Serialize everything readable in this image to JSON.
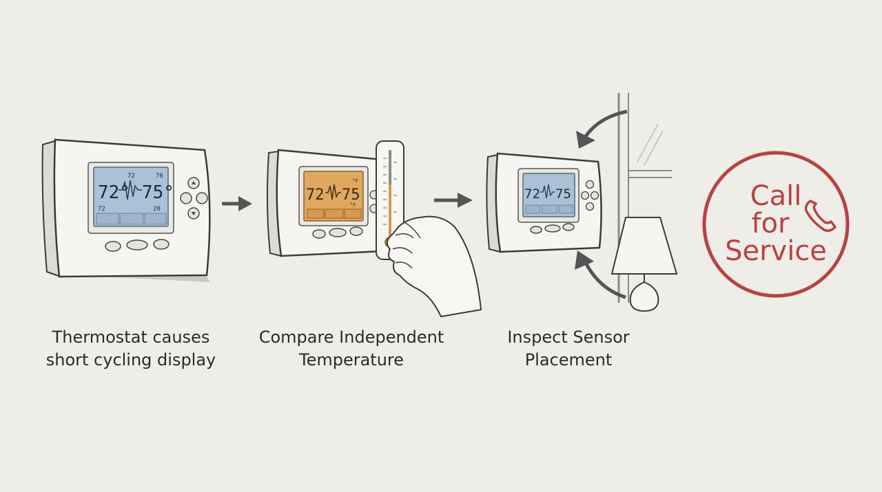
{
  "steps": [
    {
      "caption_line1": "Thermostat causes",
      "caption_line2": "short cycling display",
      "display_main_left": "72°",
      "display_main_right": "75°",
      "display_top_left": "72",
      "display_top_right": "76",
      "display_bottom_left": "72",
      "display_bottom_right": "20"
    },
    {
      "caption_line1": "Compare Independent",
      "caption_line2": "Temperature",
      "display_main_left": "72",
      "display_main_right": "75",
      "display_top_right": "°F",
      "display_bottom_right": "°F"
    },
    {
      "caption_line1": "Inspect Sensor",
      "caption_line2": "Placement",
      "display_main_left": "72",
      "display_main_right": "75"
    }
  ],
  "call": {
    "line1": "Call",
    "line2": "for",
    "line3": "Service"
  },
  "colors": {
    "background": "#eeede8",
    "lcd_blue": "#a9c2d8",
    "lcd_orange": "#e0a760",
    "call_red": "#b84242",
    "ink": "#3a3a3a"
  }
}
